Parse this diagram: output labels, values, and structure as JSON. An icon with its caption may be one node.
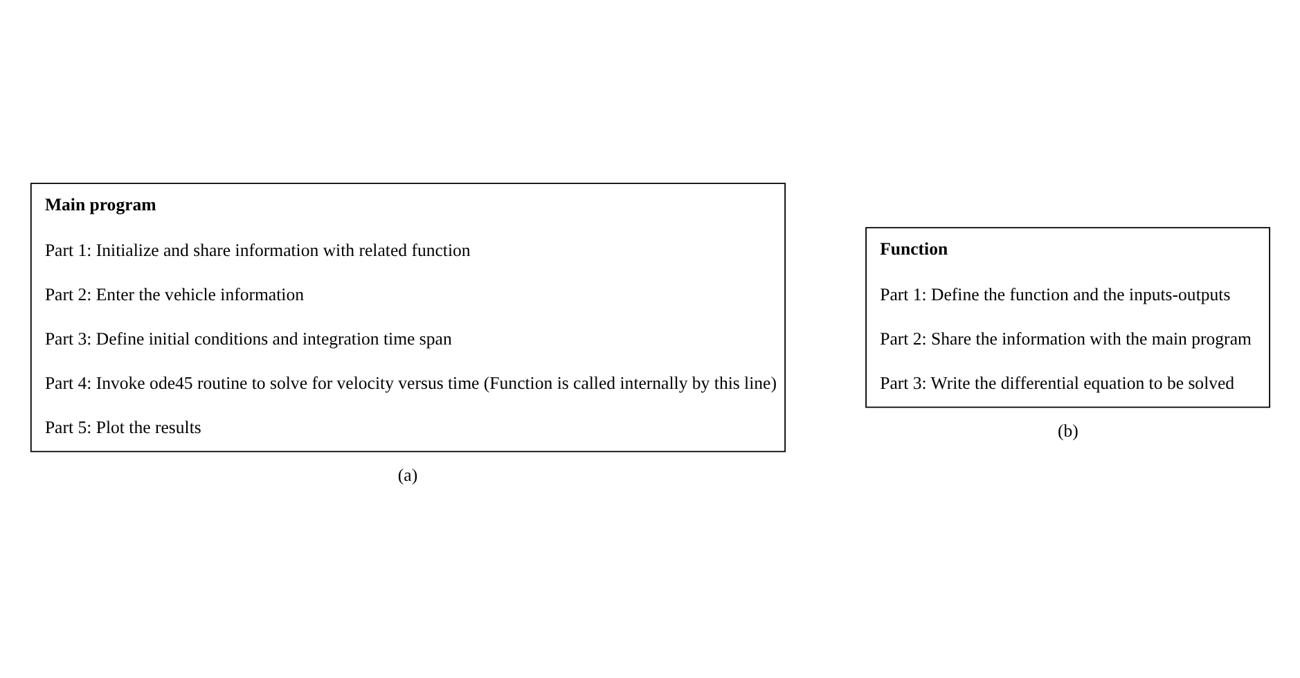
{
  "diagram": {
    "nodes": [
      {
        "text": [
          "Main program",
          "Part 1: Initialize and share information with related function",
          "Part 2: Enter the vehicle information",
          "Part 3: Define initial conditions and integration time span",
          "Part 4: Invoke ode45 routine to solve for velocity versus time (Function is called internally by this line)",
          "Part 5: Plot the results"
        ],
        "beside": [
          "(a)"
        ]
      },
      {
        "text": [
          "Function",
          "Part 1: Define the function and the inputs-outputs",
          "Part 2: Share the information with the main program",
          "Part 3: Write the differential equation to be solved"
        ],
        "beside": [
          "(b)"
        ]
      }
    ],
    "edges": []
  }
}
